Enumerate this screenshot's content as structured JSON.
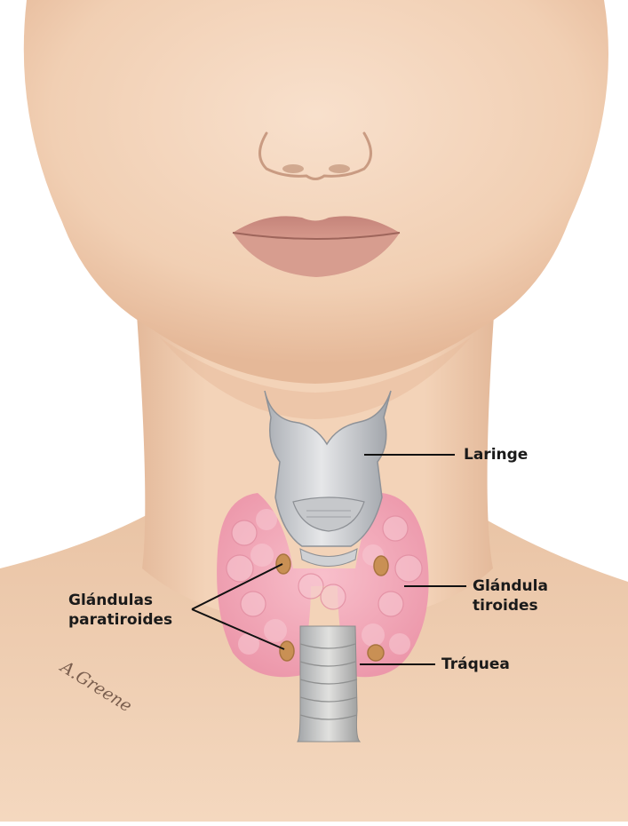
{
  "labels": {
    "larynx": "Laringe",
    "thyroid_line1": "Glándula",
    "thyroid_line2": "tiroides",
    "parathyroid_line1": "Glándulas",
    "parathyroid_line2": "paratiroides",
    "trachea": "Tráquea"
  },
  "signature": "A.Greene",
  "colors": {
    "skin": "#f2d2b6",
    "skin_shadow": "#e2b595",
    "lips": "#c98a7e",
    "thyroid": "#f3a9b8",
    "parathyroid": "#c98f55",
    "cartilage": "#d3d5d8",
    "leader_line": "#111111"
  }
}
